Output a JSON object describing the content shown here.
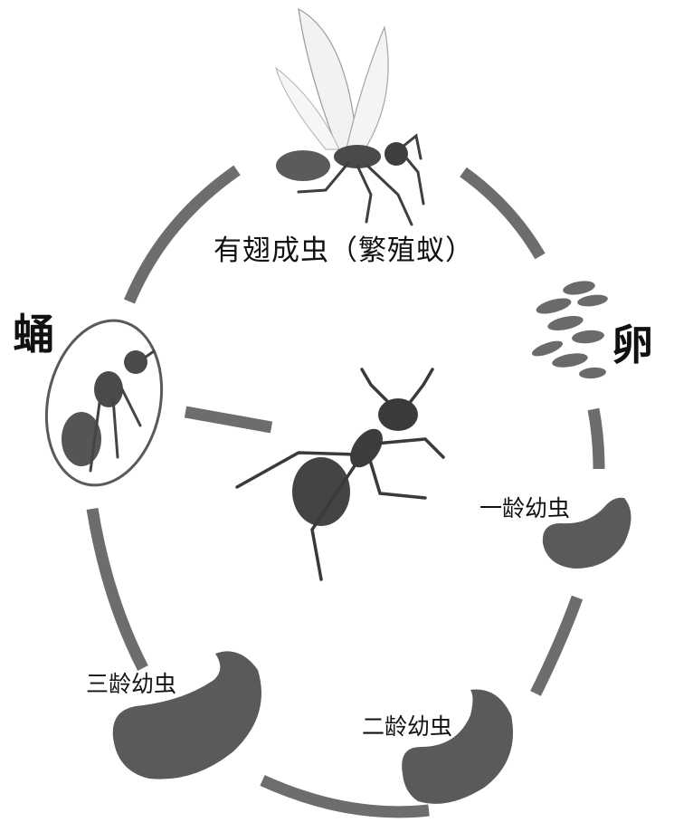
{
  "labels": {
    "winged_adult": "有翅成虫（繁殖蚁）",
    "pupa": "蛹",
    "egg": "卵",
    "larva_instar_1": "一龄幼虫",
    "larva_instar_2": "二龄幼虫",
    "larva_instar_3": "三龄幼虫"
  },
  "colors": {
    "arrow": "#6d6d6d",
    "insect": "#4a4a4a",
    "larva": "#5a5a5a",
    "text": "#111111"
  },
  "icons": {
    "adult": "winged-ant-icon",
    "pupa": "ant-pupa-icon",
    "egg": "egg-cluster-icon",
    "worker": "worker-ant-icon",
    "larva": "larva-icon"
  }
}
